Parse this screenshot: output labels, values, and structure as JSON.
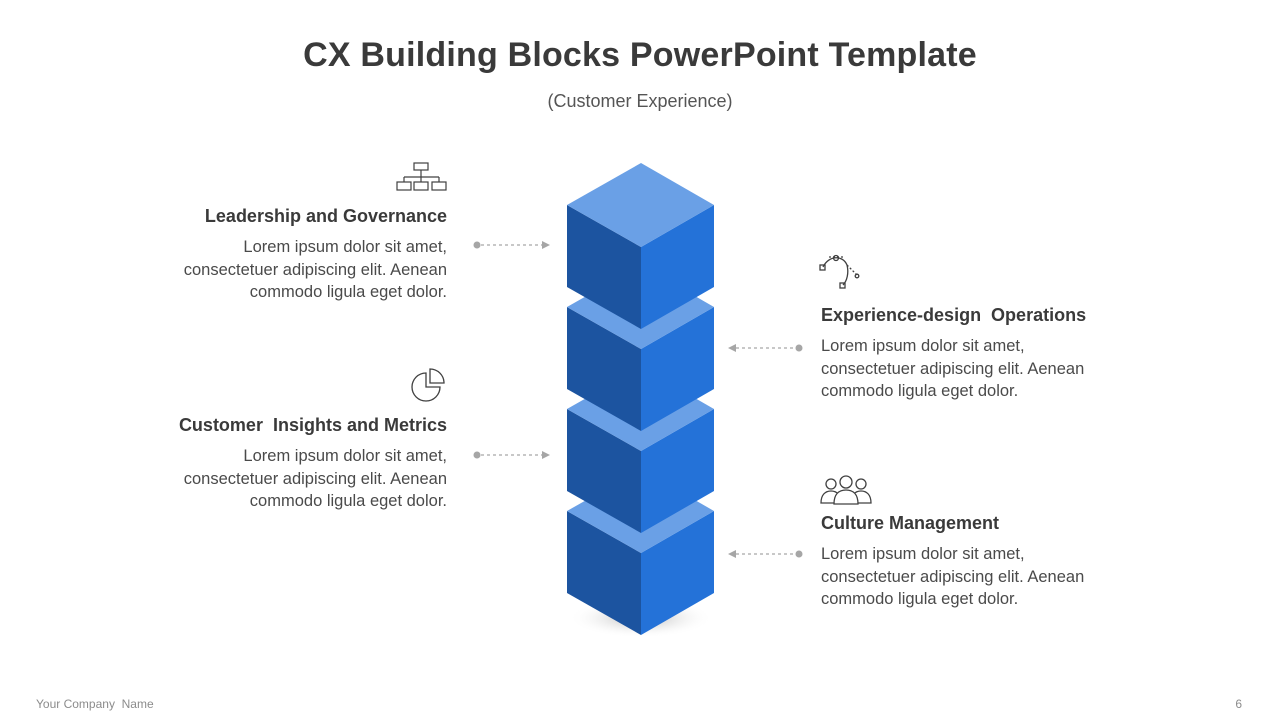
{
  "slide": {
    "title": "CX Building Blocks PowerPoint Template",
    "subtitle": "(Customer Experience)"
  },
  "blocks": [
    {
      "heading": "Leadership and Governance",
      "body": "Lorem ipsum dolor sit amet, consectetuer adipiscing elit. Aenean commodo ligula eget dolor.",
      "icon": "org-chart-icon",
      "side": "left"
    },
    {
      "heading": "Experience-design  Operations",
      "body": "Lorem ipsum dolor sit amet, consectetuer adipiscing elit. Aenean commodo ligula eget dolor.",
      "icon": "bezier-curve-icon",
      "side": "right"
    },
    {
      "heading": "Customer  Insights and Metrics",
      "body": "Lorem ipsum dolor sit amet, consectetuer adipiscing elit. Aenean commodo ligula eget dolor.",
      "icon": "pie-chart-icon",
      "side": "left"
    },
    {
      "heading": "Culture Management",
      "body": "Lorem ipsum dolor sit amet, consectetuer adipiscing elit. Aenean commodo ligula eget dolor.",
      "icon": "people-group-icon",
      "side": "right"
    }
  ],
  "colors": {
    "cube_top": "#6aa0e6",
    "cube_left": "#1c54a0",
    "cube_right": "#2472d8",
    "connector": "#a6a6a6",
    "icon_stroke": "#404040"
  },
  "footer": {
    "company": "Your Company  Name",
    "page_number": "6"
  }
}
